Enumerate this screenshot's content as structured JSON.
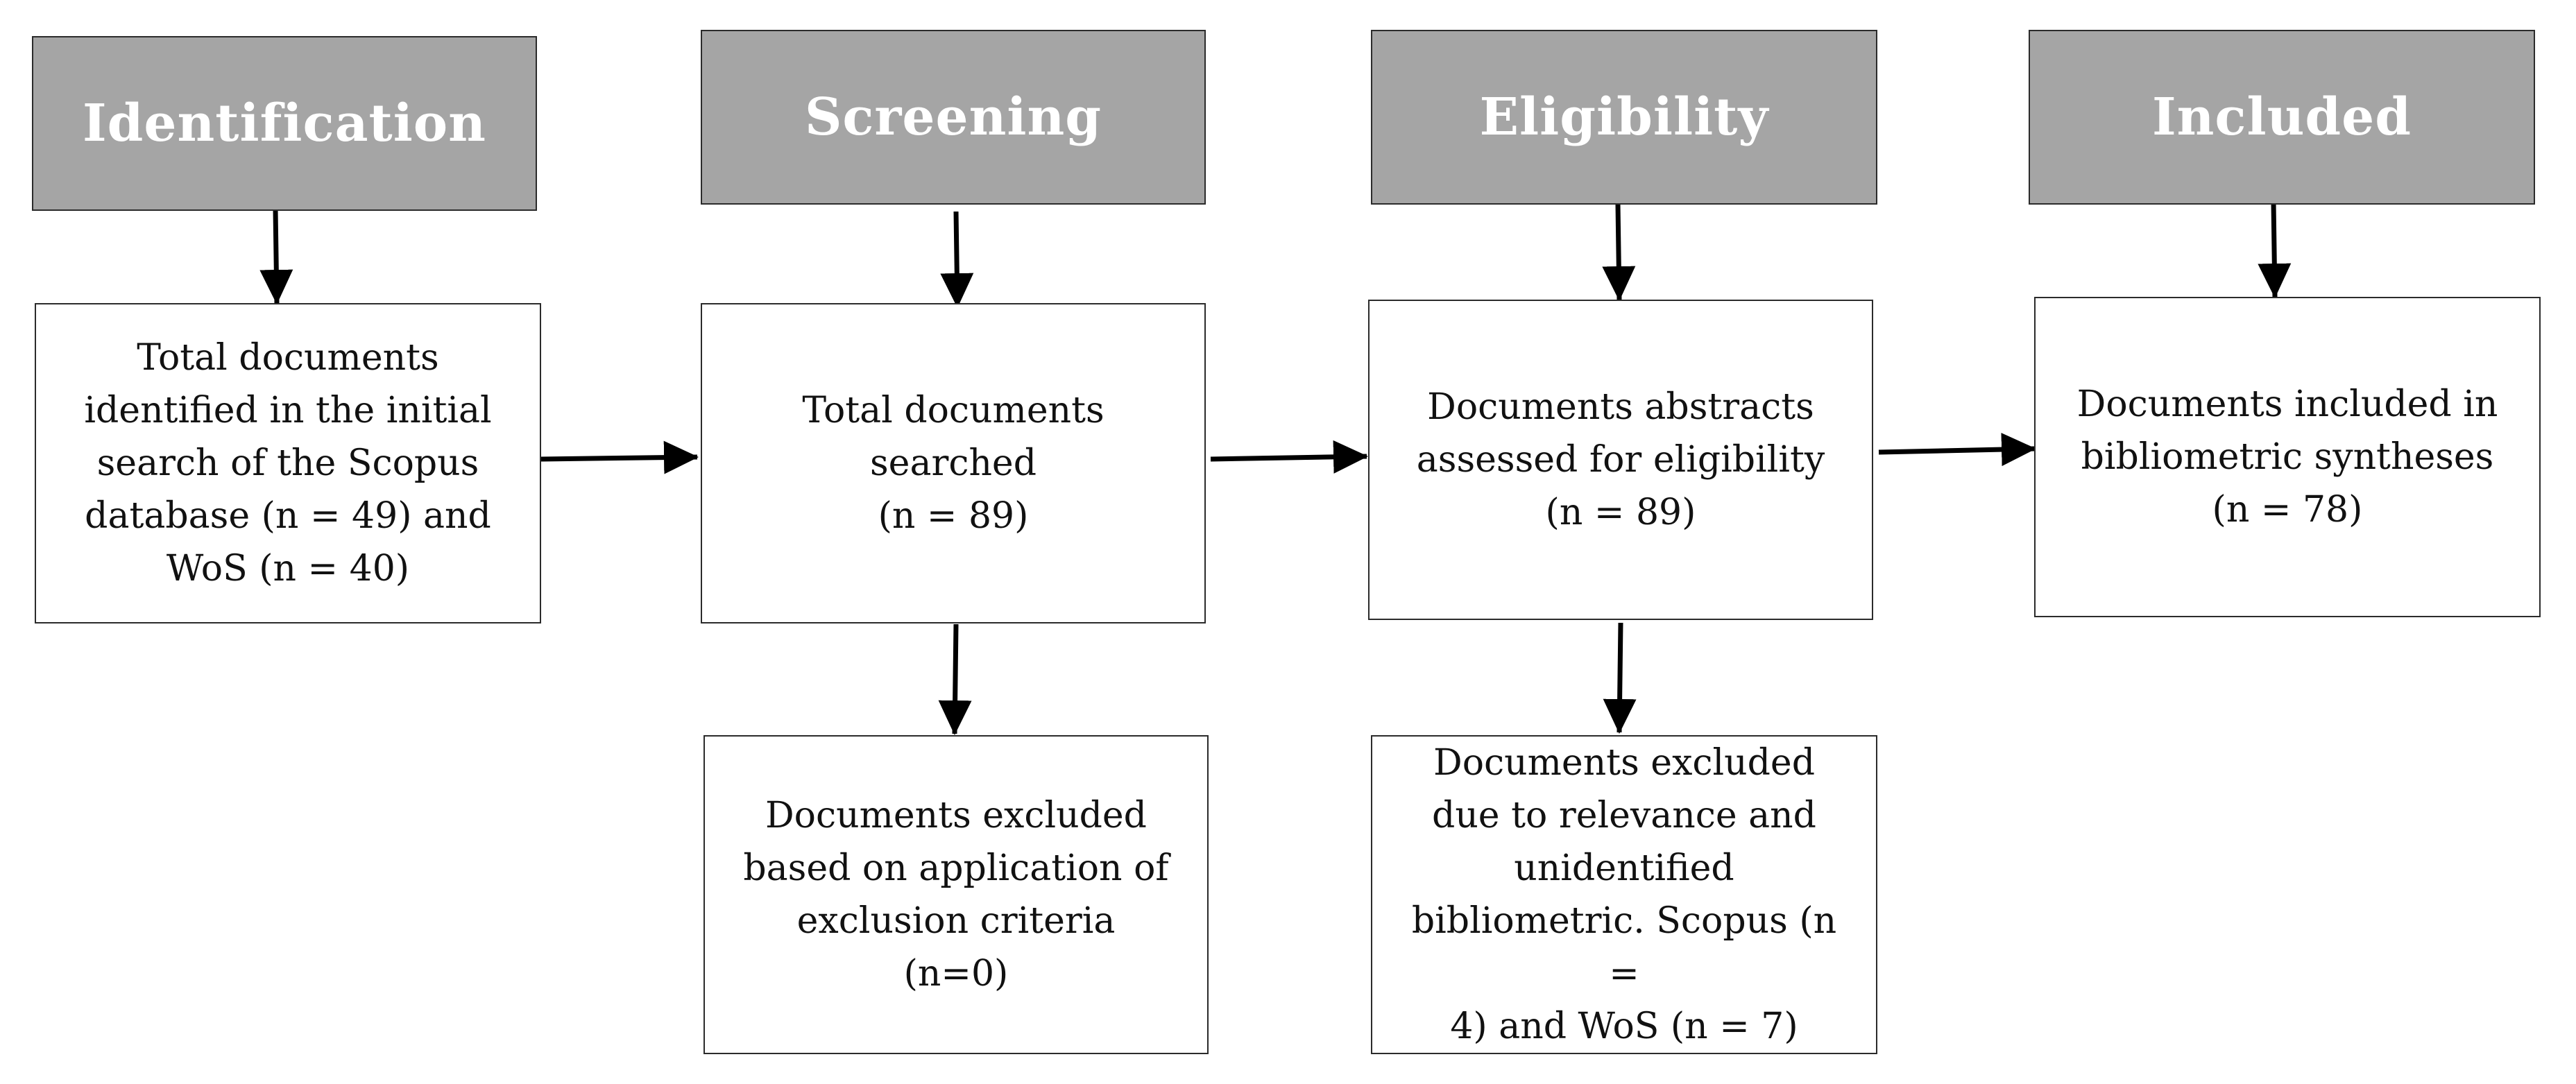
{
  "stages": {
    "identification": "Identification",
    "screening": "Screening",
    "eligibility": "Eligibility",
    "included": "Included"
  },
  "boxes": {
    "identified": [
      "Total documents",
      "identified in the initial",
      "search of the Scopus",
      "database (n = 49) and",
      "WoS (n = 40)"
    ],
    "searched": [
      "Total documents",
      "searched",
      "(n = 89)"
    ],
    "assessed": [
      "Documents abstracts",
      "assessed for eligibility",
      "(n = 89)"
    ],
    "included": [
      "Documents included in",
      "bibliometric syntheses",
      "(n = 78)"
    ],
    "excluded_screening": [
      "Documents excluded",
      "based on application of",
      "exclusion criteria",
      "(n=0)"
    ],
    "excluded_eligibility": [
      "Documents excluded",
      "due to relevance and",
      "unidentified",
      "bibliometric. Scopus (n =",
      "4) and WoS (n = 7)"
    ]
  },
  "colors": {
    "stage_fill": "#a5a5a5",
    "stage_text": "#ffffff",
    "border": "#2b2b2b",
    "arrow": "#000000"
  }
}
